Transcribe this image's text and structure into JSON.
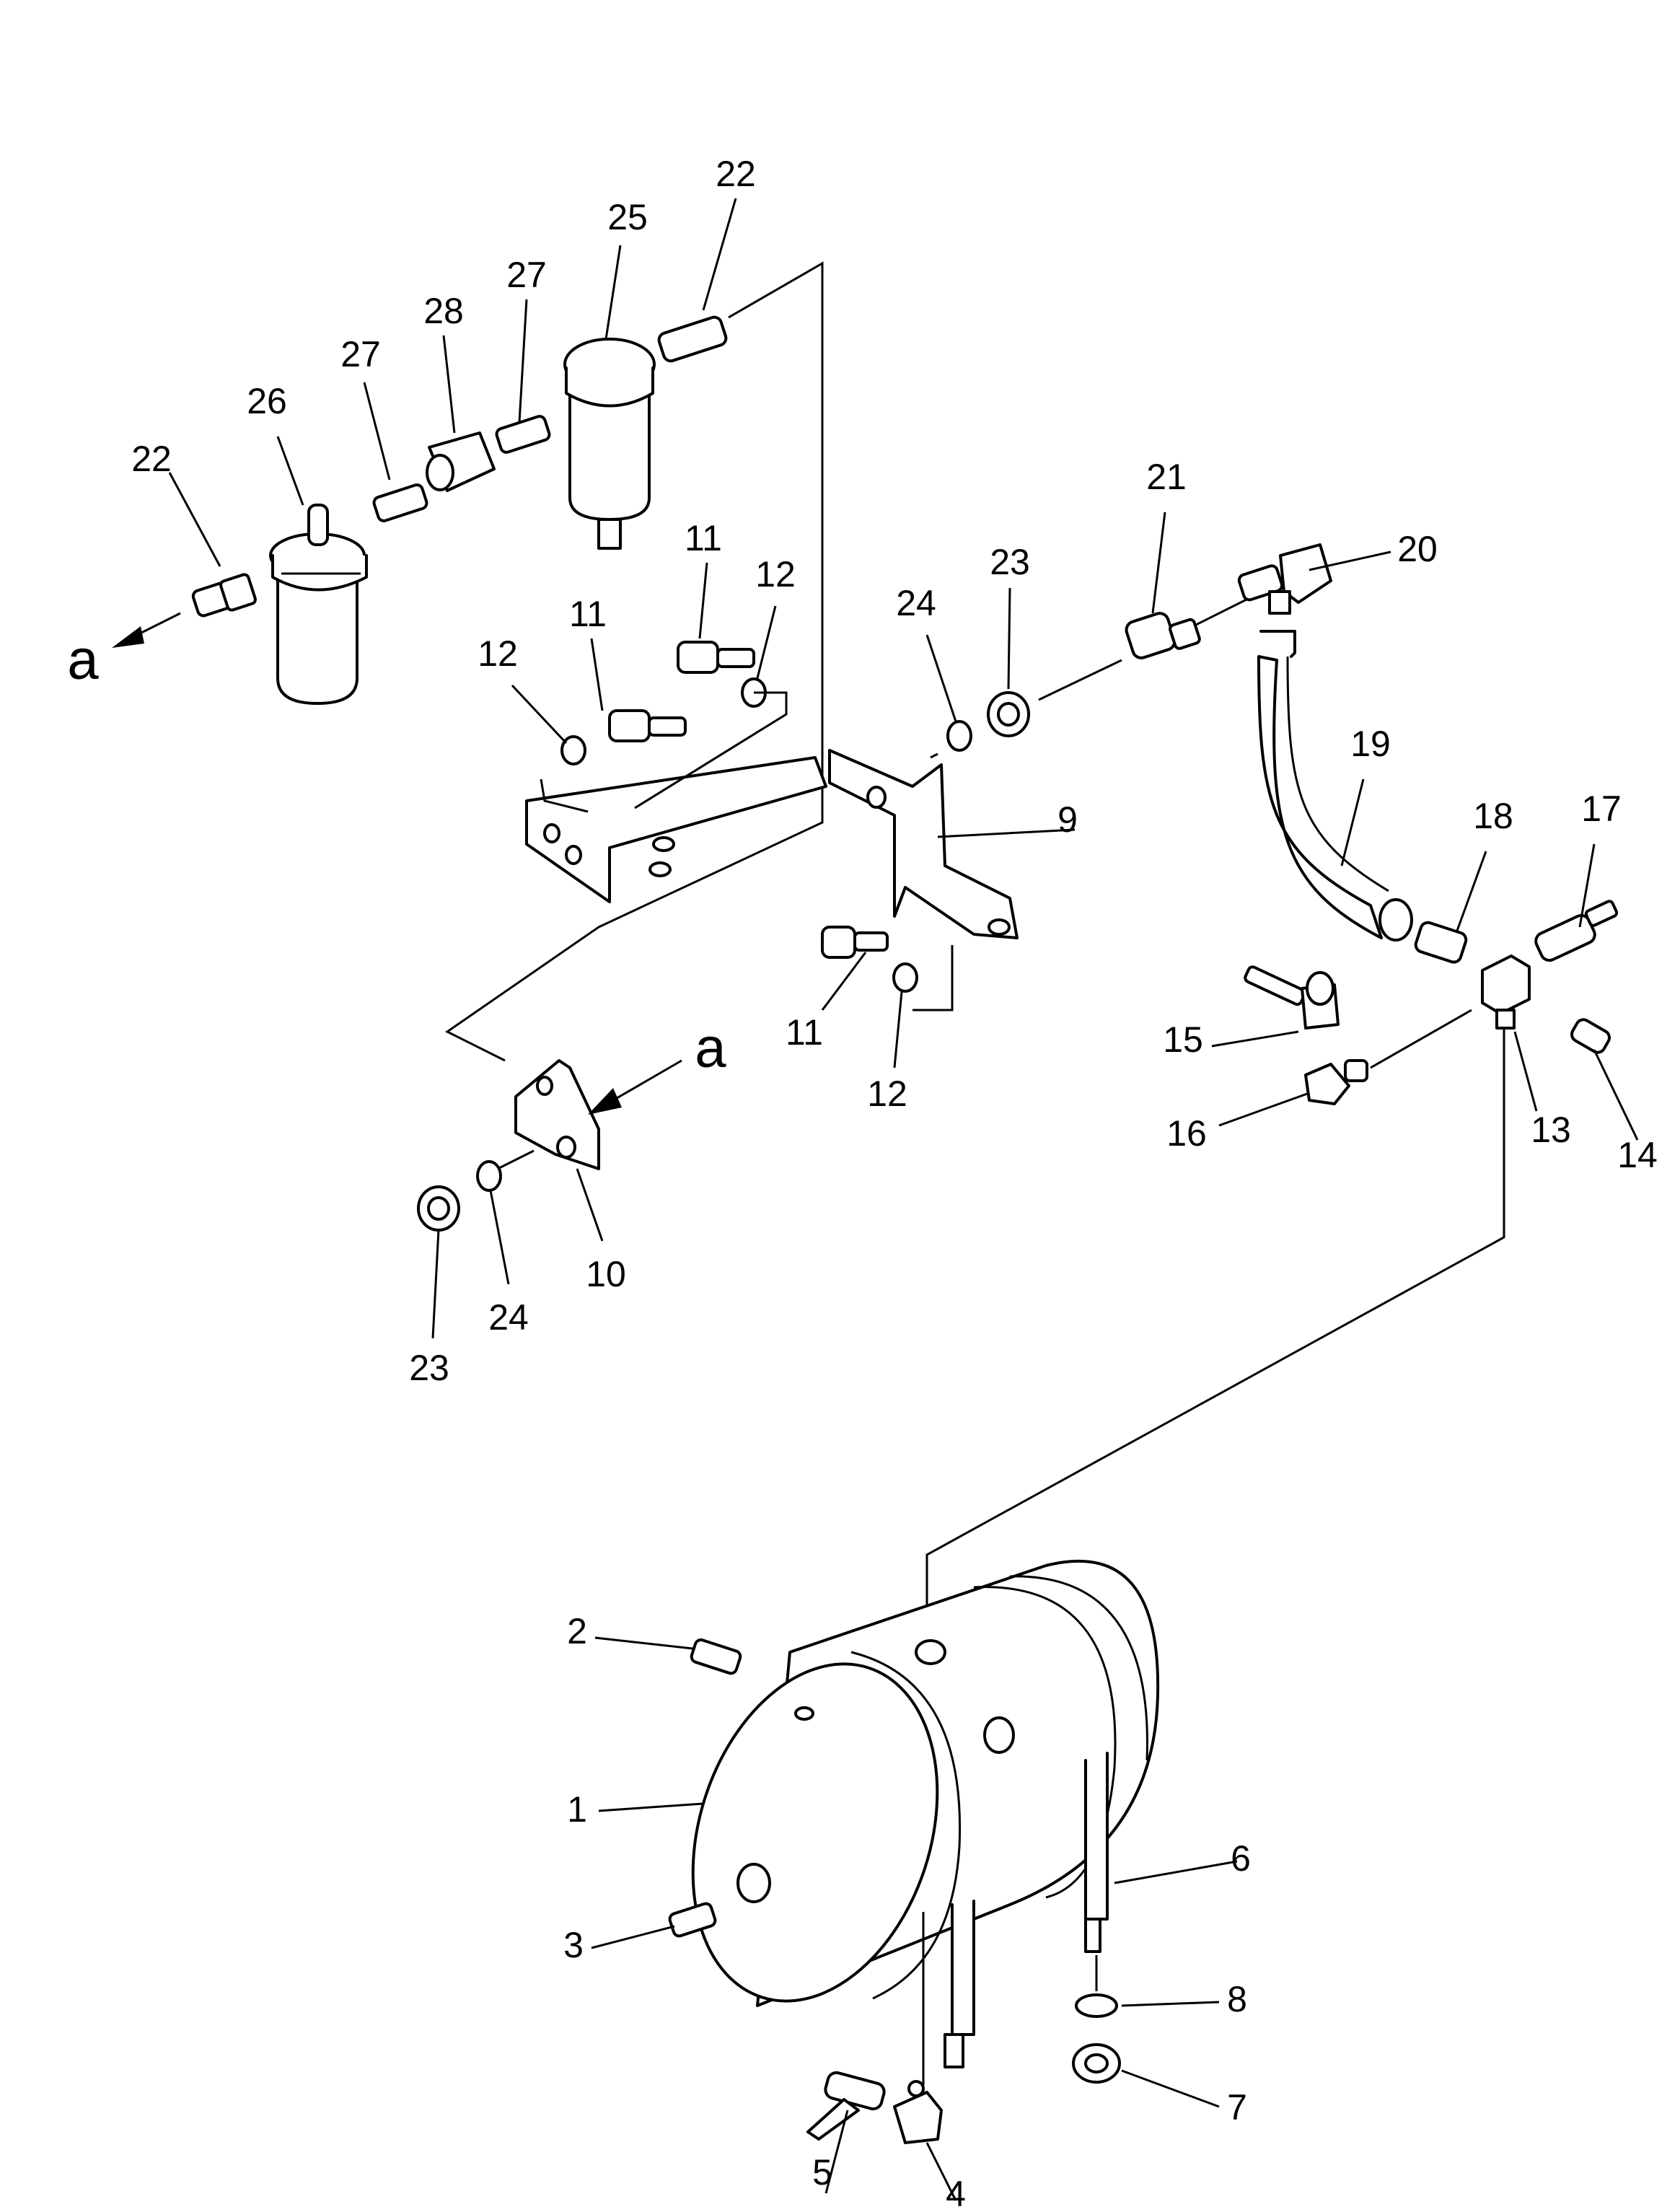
{
  "diagram": {
    "callouts": {
      "c1": "1",
      "c2": "2",
      "c3": "3",
      "c4": "4",
      "c5": "5",
      "c6": "6",
      "c7": "7",
      "c8": "8",
      "c9": "9",
      "c10": "10",
      "c11a": "11",
      "c11b": "11",
      "c11c": "11",
      "c12a": "12",
      "c12b": "12",
      "c12c": "12",
      "c13": "13",
      "c14": "14",
      "c15": "15",
      "c16": "16",
      "c17": "17",
      "c18": "18",
      "c19": "19",
      "c20": "20",
      "c21": "21",
      "c22a": "22",
      "c22b": "22",
      "c23a": "23",
      "c23b": "23",
      "c24a": "24",
      "c24b": "24",
      "c25": "25",
      "c26": "26",
      "c27a": "27",
      "c27b": "27",
      "c28": "28"
    },
    "view_markers": {
      "a_left": "a",
      "a_bracket": "a"
    }
  }
}
